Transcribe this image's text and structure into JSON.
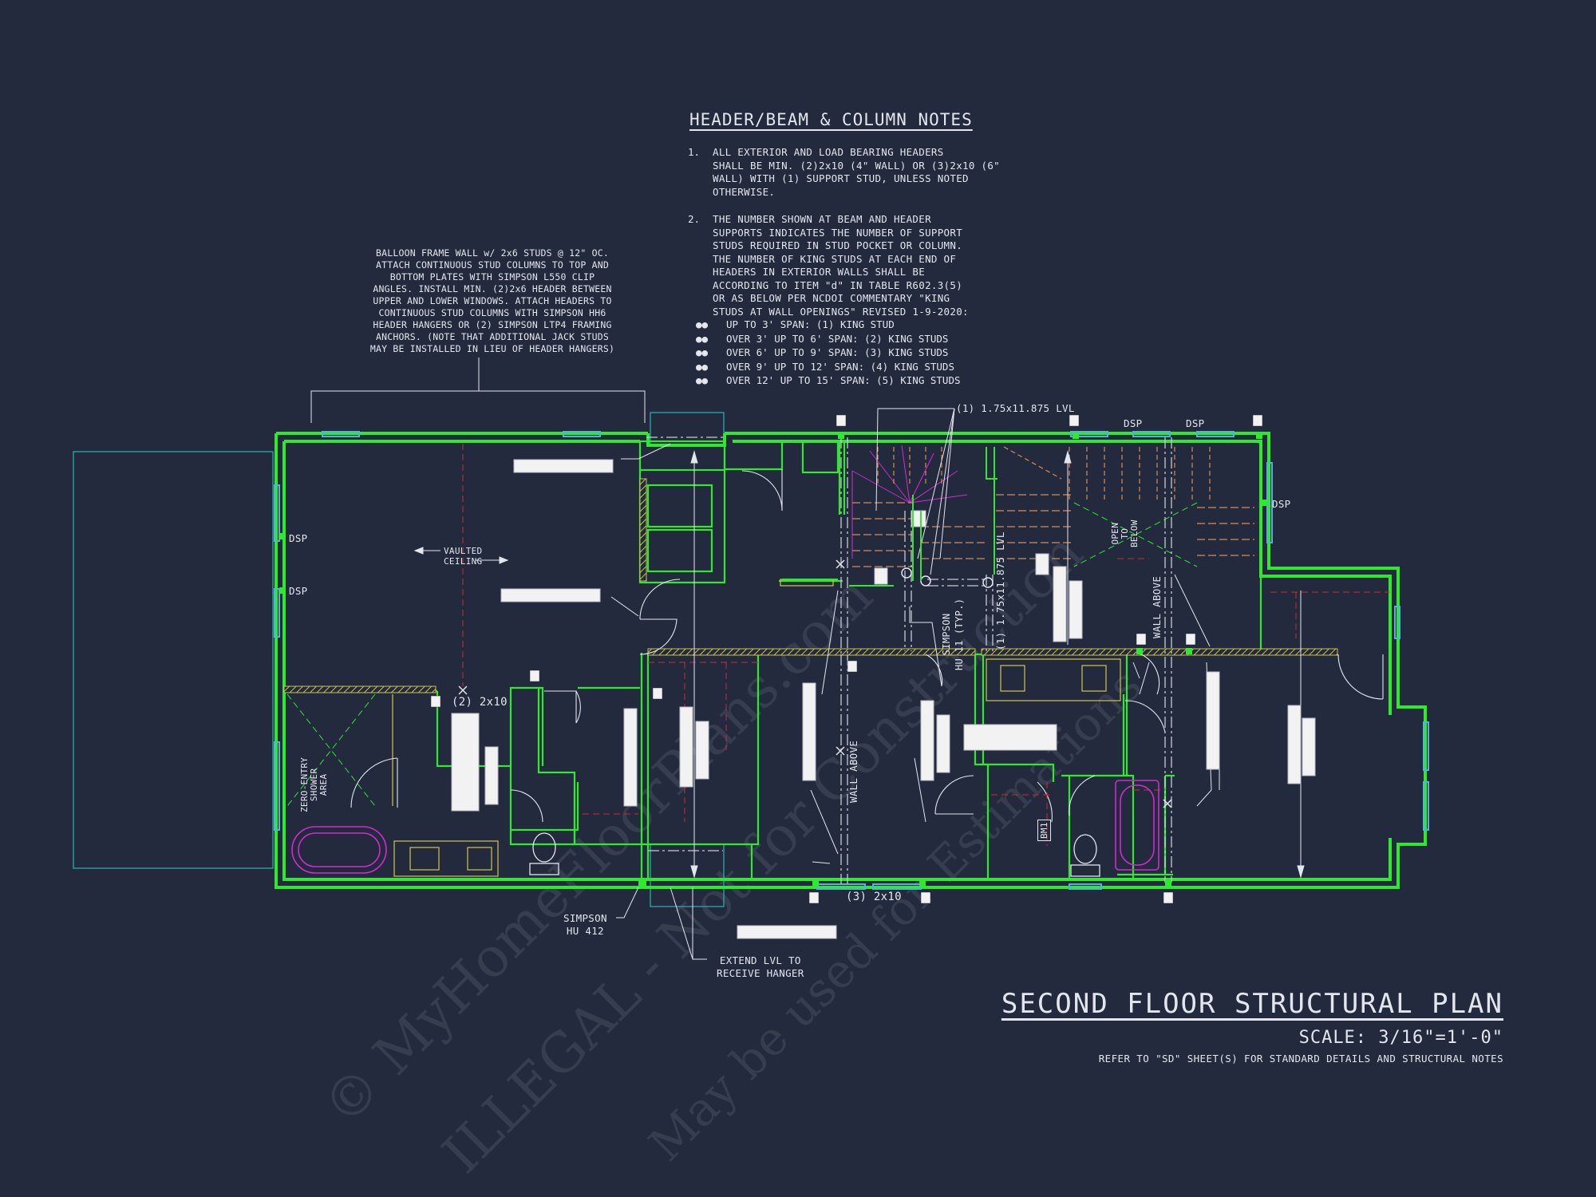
{
  "notes": {
    "title": "HEADER/BEAM & COLUMN NOTES",
    "items": [
      {
        "num": "1.",
        "text": "ALL EXTERIOR AND LOAD BEARING HEADERS\nSHALL BE MIN. (2)2x10 (4\" WALL) OR (3)2x10 (6\"\nWALL) WITH (1) SUPPORT STUD, UNLESS NOTED\nOTHERWISE."
      },
      {
        "num": "2.",
        "text": "THE NUMBER SHOWN AT BEAM AND HEADER\nSUPPORTS INDICATES THE NUMBER OF SUPPORT\nSTUDS REQUIRED IN STUD POCKET OR COLUMN.\nTHE NUMBER OF KING STUDS AT EACH END OF\nHEADERS IN EXTERIOR WALLS SHALL BE\nACCORDING TO ITEM \"d\" IN TABLE R602.3(5)\nOR AS BELOW PER NCDOI COMMENTARY \"KING\nSTUDS AT WALL OPENINGS\" REVISED 1-9-2020:"
      }
    ],
    "bullets": [
      "UP TO 3' SPAN: (1) KING STUD",
      "OVER 3' UP TO 6' SPAN: (2) KING STUDS",
      "OVER 6' UP TO 9' SPAN: (3) KING STUDS",
      "OVER 9' UP TO 12' SPAN: (4) KING STUDS",
      "OVER 12' UP TO 15' SPAN: (5) KING STUDS"
    ],
    "bullet_glyph": "●●"
  },
  "callout_balloon": "BALLOON FRAME WALL w/ 2x6 STUDS @ 12\" OC.\nATTACH CONTINUOUS STUD COLUMNS TO TOP AND\nBOTTOM PLATES WITH SIMPSON L550 CLIP\nANGLES. INSTALL MIN. (2)2x6 HEADER BETWEEN\nUPPER AND LOWER WINDOWS. ATTACH HEADERS TO\nCONTINUOUS STUD COLUMNS WITH SIMPSON HH6\nHEADER HANGERS OR (2) SIMPSON LTP4 FRAMING\nANCHORS. (NOTE THAT ADDITIONAL JACK STUDS\nMAY BE INSTALLED IN LIEU OF HEADER HANGERS)",
  "labels": {
    "lvl_top": "(1) 1.75x11.875 LVL",
    "lvl_vertical": "(1) 1.75x11.875 LVL",
    "dsp": "DSP",
    "vaulted": "VAULTED\nCEILING",
    "header_2x10_2": "(2) 2x10",
    "header_2x10_3": "(3) 2x10",
    "zero_entry": "ZERO-ENTRY\nSHOWER\nAREA",
    "wall_above": "WALL ABOVE",
    "simpson_hu11": "SIMPSON\nHU 11 (TYP.)",
    "open_below": "OPEN\nTO\nBELOW",
    "simpson_hu412": "SIMPSON\nHU 412",
    "extend_lvl": "EXTEND LVL TO\nRECEIVE HANGER",
    "bm1": "BM1"
  },
  "title": {
    "main": "SECOND FLOOR STRUCTURAL PLAN",
    "scale": "SCALE: 3/16\"=1'-0\"",
    "refer": "REFER TO \"SD\" SHEET(S) FOR STANDARD DETAILS AND STRUCTURAL NOTES"
  },
  "watermarks": [
    "© MyHomeFloorPlans.com",
    "ILLEGAL - Not for Construction",
    "May be used for Estimations"
  ],
  "colors": {
    "background": "#232a3d",
    "wall": "#2fe82f",
    "line": "#e4e6ee",
    "beam": "#f2f2f2",
    "hidden": "#d12a2a",
    "stair": "#d98a58",
    "fixture": "#d22ad2",
    "porch": "#2ab5b5",
    "cabinet": "#d2c84a"
  }
}
